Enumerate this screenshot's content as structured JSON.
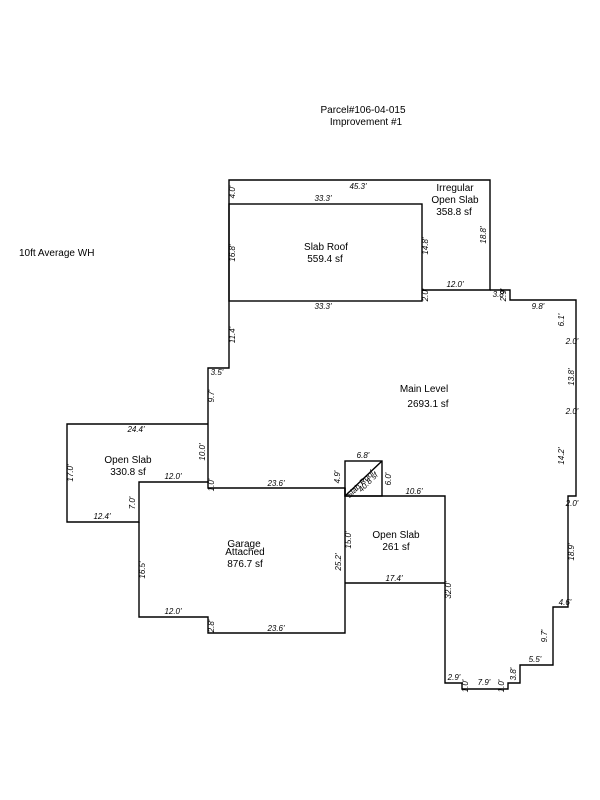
{
  "header": {
    "parcel": "Parcel#106-04-015",
    "improvement": "Improvement #1"
  },
  "note": "10ft Average WH",
  "areas": {
    "irregular_open_slab": {
      "line1": "Irregular",
      "line2": "Open Slab",
      "size": "358.8 sf"
    },
    "slab_roof": {
      "name": "Slab Roof",
      "size": "559.4 sf"
    },
    "main_level": {
      "name": "Main Level",
      "size": "2693.1 sf"
    },
    "open_slab_left": {
      "name": "Open Slab",
      "size": "330.8 sf"
    },
    "garage": {
      "line1": "Garage",
      "line2": "Attached",
      "size": "876.7 sf"
    },
    "open_slab_center": {
      "name": "Open Slab",
      "size": "261 sf"
    },
    "slab_roof_small": {
      "name": "Slab Roof",
      "size": "40.8 sf"
    }
  },
  "dimensions": {
    "top_45_3": "45.3'",
    "top_4_0": "4.0'",
    "slab_top_33_3": "33.3'",
    "slab_bottom_33_3": "33.3'",
    "slab_left_16_8": "16.8'",
    "slab_right_14_8": "14.8'",
    "irr_right_18_8": "18.8'",
    "irr_bottom_12_0": "12.0'",
    "step_2_0": "2.0'",
    "step_3_8": "3.8'",
    "step_2_9": "2.9'",
    "right_9_8": "9.8'",
    "right_6_1": "6.1'",
    "right_2_0_a": "2.0'",
    "right_13_8": "13.8'",
    "right_2_0_b": "2.0'",
    "right_14_2": "14.2'",
    "right_2_0_c": "2.0'",
    "right_18_9": "18.9'",
    "right_4_6": "4.6'",
    "right_9_7": "9.7'",
    "right_5_5": "5.5'",
    "bottom_3_8": "3.8'",
    "bottom_1_0_a": "1.0'",
    "bottom_7_9": "7.9'",
    "bottom_1_0_b": "1.0'",
    "bottom_2_9": "2.9'",
    "left_32_0": "32.0'",
    "left_11_4": "11.4'",
    "left_3_5": "3.5'",
    "left_9_7": "9.7'",
    "left_10_0": "10.0'",
    "os_top_24_4": "24.4'",
    "os_left_17_0": "17.0'",
    "os_bottom_12_4": "12.4'",
    "os_step_7_0": "7.0'",
    "os_12_0": "12.0'",
    "step_1_0": "1.0'",
    "garage_top_23_6": "23.6'",
    "garage_left_16_5": "16.5'",
    "garage_bottom_12_0": "12.0'",
    "garage_step_2_8": "2.8'",
    "garage_bottom_23_6": "23.6'",
    "garage_right_25_2": "25.2'",
    "small_top_6_8": "6.8'",
    "small_left_4_9": "4.9'",
    "small_right_6_0": "6.0'",
    "osc_top_10_6": "10.6'",
    "osc_left_15_0": "15.0'",
    "osc_bottom_17_4": "17.4'"
  }
}
